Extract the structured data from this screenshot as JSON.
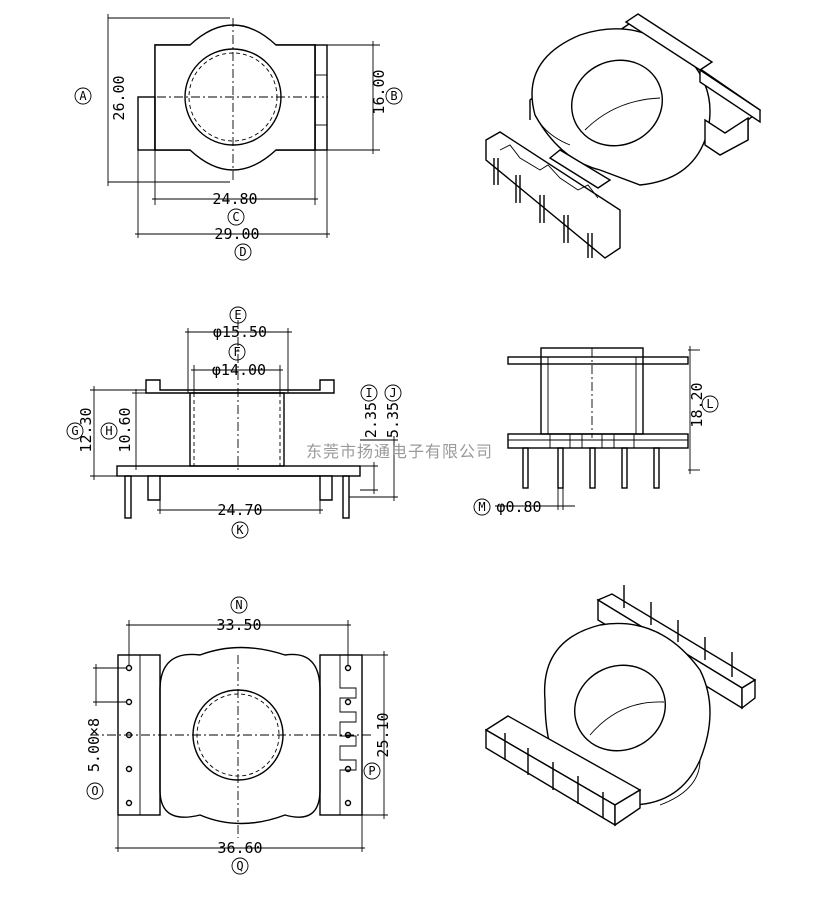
{
  "drawing": {
    "watermark": "东莞市扬通电子有限公司",
    "dimensions": {
      "A": {
        "tag": "A",
        "value": "26.00"
      },
      "B": {
        "tag": "B",
        "value": "16.00"
      },
      "C": {
        "tag": "C",
        "value": "24.80"
      },
      "D": {
        "tag": "D",
        "value": "29.00"
      },
      "E": {
        "tag": "E",
        "value": "φ15.50"
      },
      "F": {
        "tag": "F",
        "value": "φ14.00"
      },
      "G": {
        "tag": "G",
        "value": "12.30"
      },
      "H": {
        "tag": "H",
        "value": "10.60"
      },
      "I": {
        "tag": "I",
        "value": "2.35"
      },
      "J": {
        "tag": "J",
        "value": "5.35"
      },
      "K": {
        "tag": "K",
        "value": "24.70"
      },
      "L": {
        "tag": "L",
        "value": "18.20"
      },
      "M": {
        "tag": "M",
        "value": "φ0.80"
      },
      "N": {
        "tag": "N",
        "value": "33.50"
      },
      "O": {
        "tag": "O",
        "value": "5.00×8"
      },
      "P": {
        "tag": "P",
        "value": "25.10"
      },
      "Q": {
        "tag": "Q",
        "value": "36.60"
      }
    }
  }
}
